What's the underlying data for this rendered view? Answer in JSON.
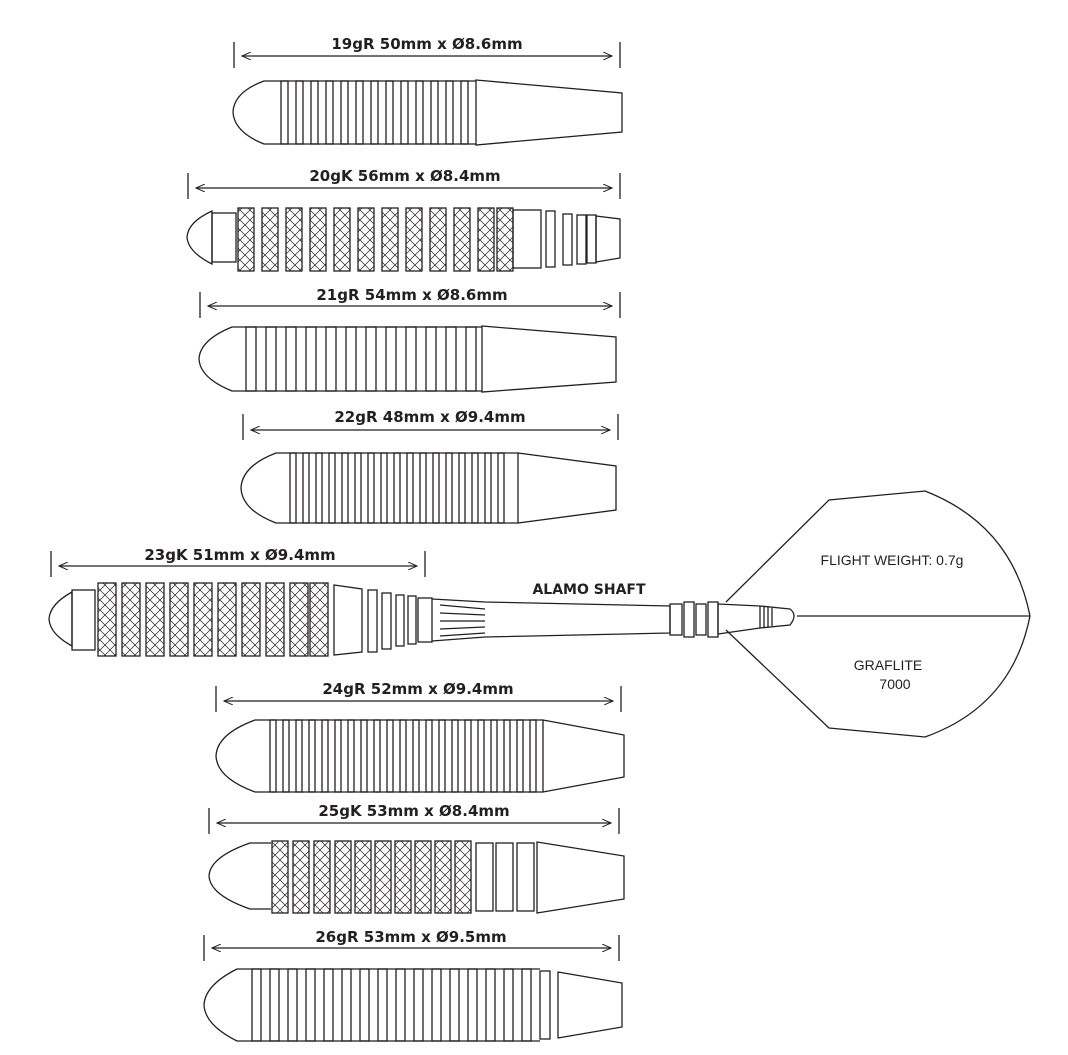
{
  "darts": [
    {
      "label": "19gR 50mm x Ø8.6mm",
      "style": "ringed"
    },
    {
      "label": "20gK 56mm x Ø8.4mm",
      "style": "knurled"
    },
    {
      "label": "21gR 54mm x Ø8.6mm",
      "style": "ringed"
    },
    {
      "label": "22gR 48mm x Ø9.4mm",
      "style": "ringed"
    },
    {
      "label": "23gK 51mm x Ø9.4mm",
      "style": "knurled"
    },
    {
      "label": "24gR 52mm x Ø9.4mm",
      "style": "ringed"
    },
    {
      "label": "25gK 53mm x Ø8.4mm",
      "style": "knurled"
    },
    {
      "label": "26gR 53mm x Ø9.5mm",
      "style": "ringed"
    }
  ],
  "shaft": {
    "label": "ALAMO SHAFT"
  },
  "flight": {
    "weight_label": "FLIGHT WEIGHT: 0.7g",
    "name_line1": "GRAFLITE",
    "name_line2": "7000"
  },
  "colors": {
    "line": "#231f20",
    "background": "#ffffff"
  }
}
